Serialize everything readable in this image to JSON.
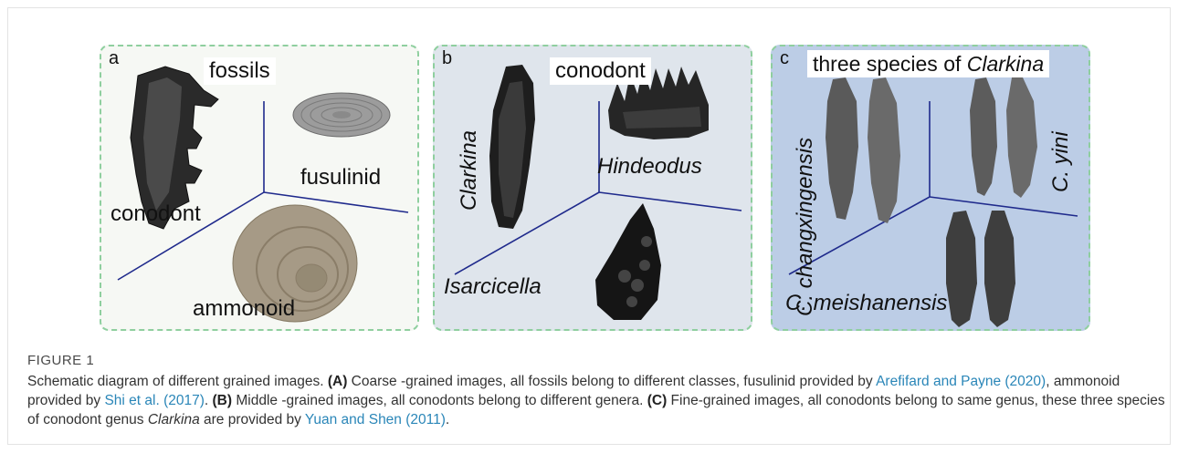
{
  "figure": {
    "panels": [
      {
        "id": "a",
        "letter": "a",
        "title": "fossils",
        "labels": [
          "conodont",
          "fusulinid",
          "ammonoid"
        ]
      },
      {
        "id": "b",
        "letter": "b",
        "title": "conodont",
        "labels": [
          "Clarkina",
          "Hindeodus",
          "Isarcicella"
        ]
      },
      {
        "id": "c",
        "letter": "c",
        "title_prefix": "three species of ",
        "title_italic": "Clarkina",
        "labels": [
          "C. changxingensis",
          "C. yini",
          "C. meishanensis"
        ]
      }
    ],
    "colors": {
      "panel_a_bg": "#f6f8f4",
      "panel_b_bg": "#dfe5ec",
      "panel_c_bg": "#bccde6",
      "axis_line": "#1f2a8c",
      "dashed_border": "#8fcf9f",
      "link": "#2a86b8"
    }
  },
  "caption": {
    "figure_label": "FIGURE 1",
    "s1": "Schematic diagram of different grained images. ",
    "a_bold": "(A)",
    "s2": " Coarse -grained images, all fossils belong to different classes, fusulinid provided by ",
    "link1": "Arefifard and Payne (2020)",
    "s3": ", ammonoid provided by ",
    "link2": "Shi et al. (2017)",
    "s4": ". ",
    "b_bold": "(B)",
    "s5": " Middle -grained images, all conodonts belong to different genera. ",
    "c_bold": "(C)",
    "s6": " Fine-grained images, all conodonts belong to same genus, these three species of conodont genus ",
    "italic_genus": "Clarkina",
    "s7": " are provided by ",
    "link3": "Yuan and Shen (2011)",
    "s8": "."
  }
}
